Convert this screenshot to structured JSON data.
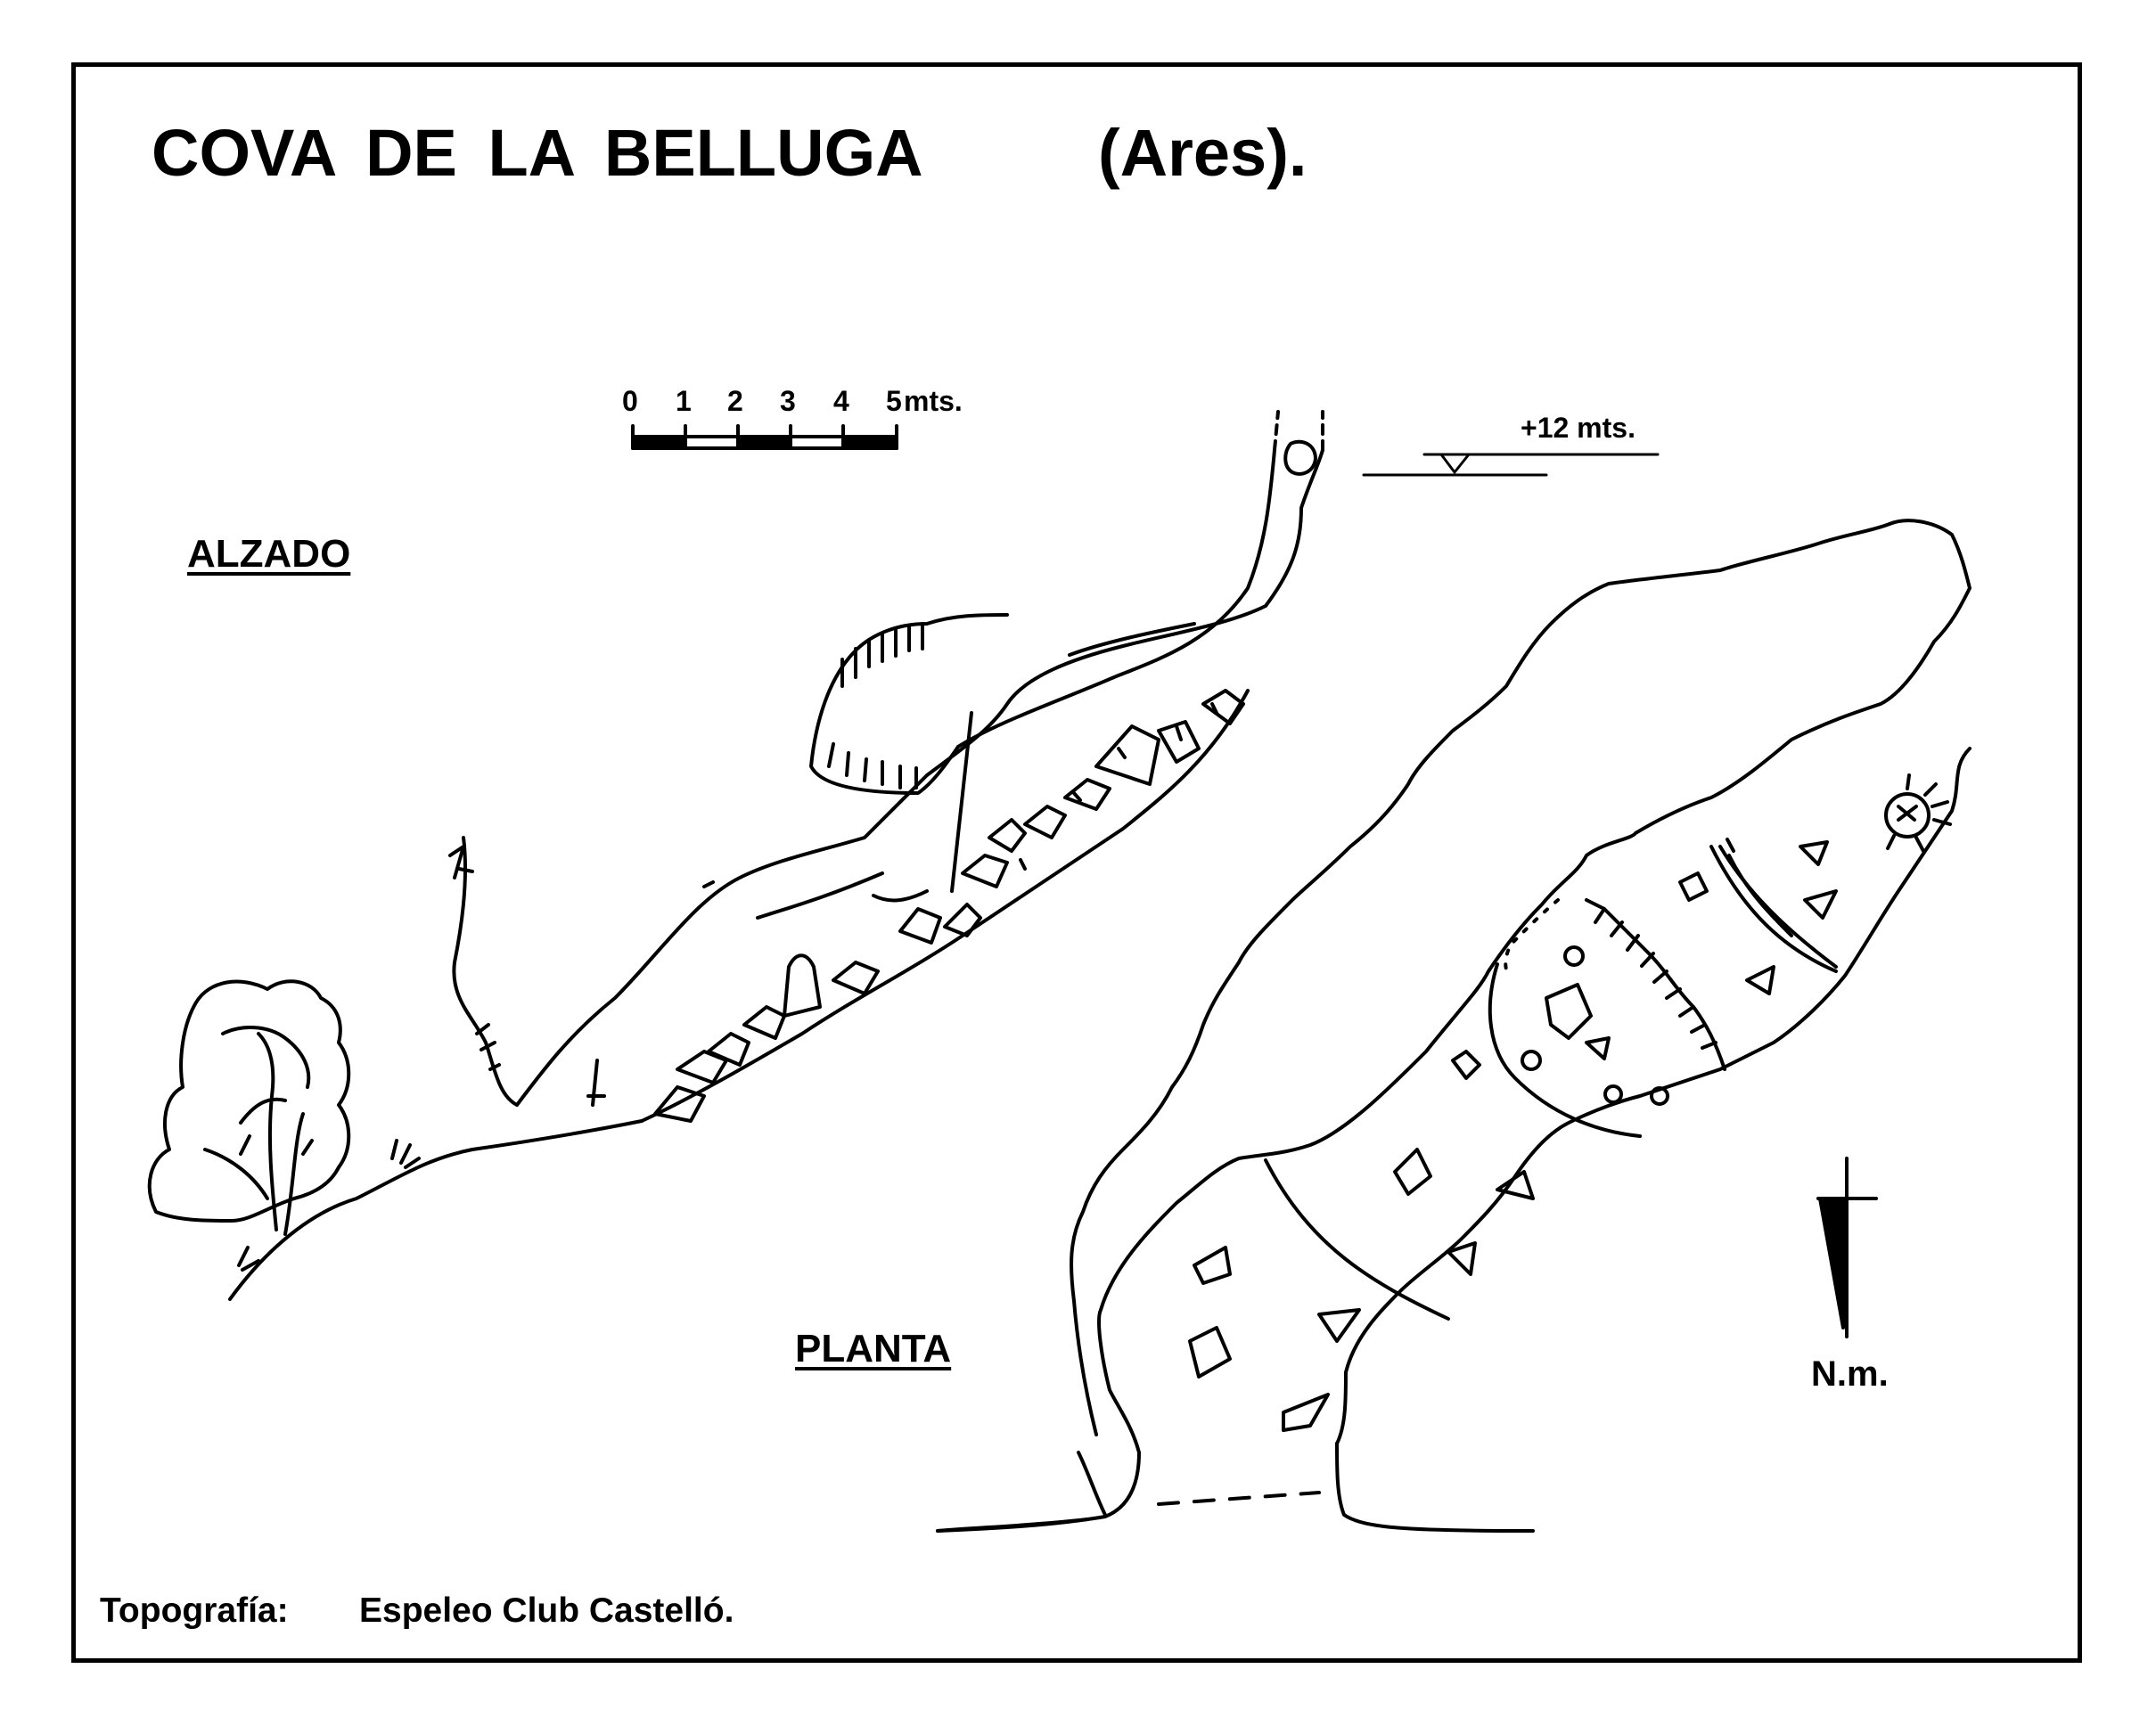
{
  "title": "COVA  DE  LA  BELLUGA",
  "region": "(Ares).",
  "views": {
    "elevation_label": "ALZADO",
    "plan_label": "PLANTA"
  },
  "scale": {
    "ticks": [
      "0",
      "1",
      "2",
      "3",
      "4",
      "5"
    ],
    "unit": "mts."
  },
  "level_marker": "+12 mts.",
  "north_label": "N.m.",
  "credit": {
    "label": "Topografía:",
    "author": "Espeleo Club Castelló."
  }
}
